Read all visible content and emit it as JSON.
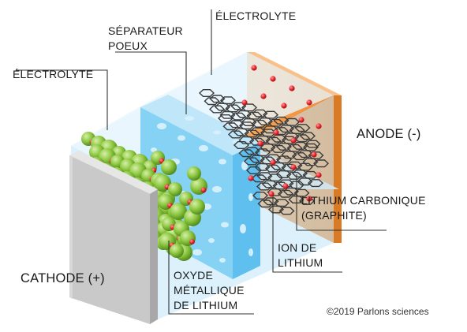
{
  "labels": {
    "electrolyte_left": "ÉLECTROLYTE",
    "separator": "SÉPARATEUR\nPOEUX",
    "electrolyte_top": "ÉLECTROLYTE",
    "anode": "ANODE (-)",
    "graphite": "LITHIUM CARBONIQUE\n(GRAPHITE)",
    "lithium_ion": "ION DE\nLITHIUM",
    "cathode": "CATHODE (+)",
    "metal_oxide": "OXYDE\nMÉTALLIQUE\nDE LITHIUM",
    "copyright": "©2019 Parlons sciences"
  },
  "colors": {
    "anode": "#f39a4a",
    "electrolyte": "#cdeaf8",
    "separator": "#7fcdf2",
    "cathode_plate": "#c9c9c9",
    "metal_oxide_particle": "#8cc63f",
    "lithium_ion": "#e8222b",
    "graphite": "#3a3a3a",
    "leader_line": "#333333"
  }
}
